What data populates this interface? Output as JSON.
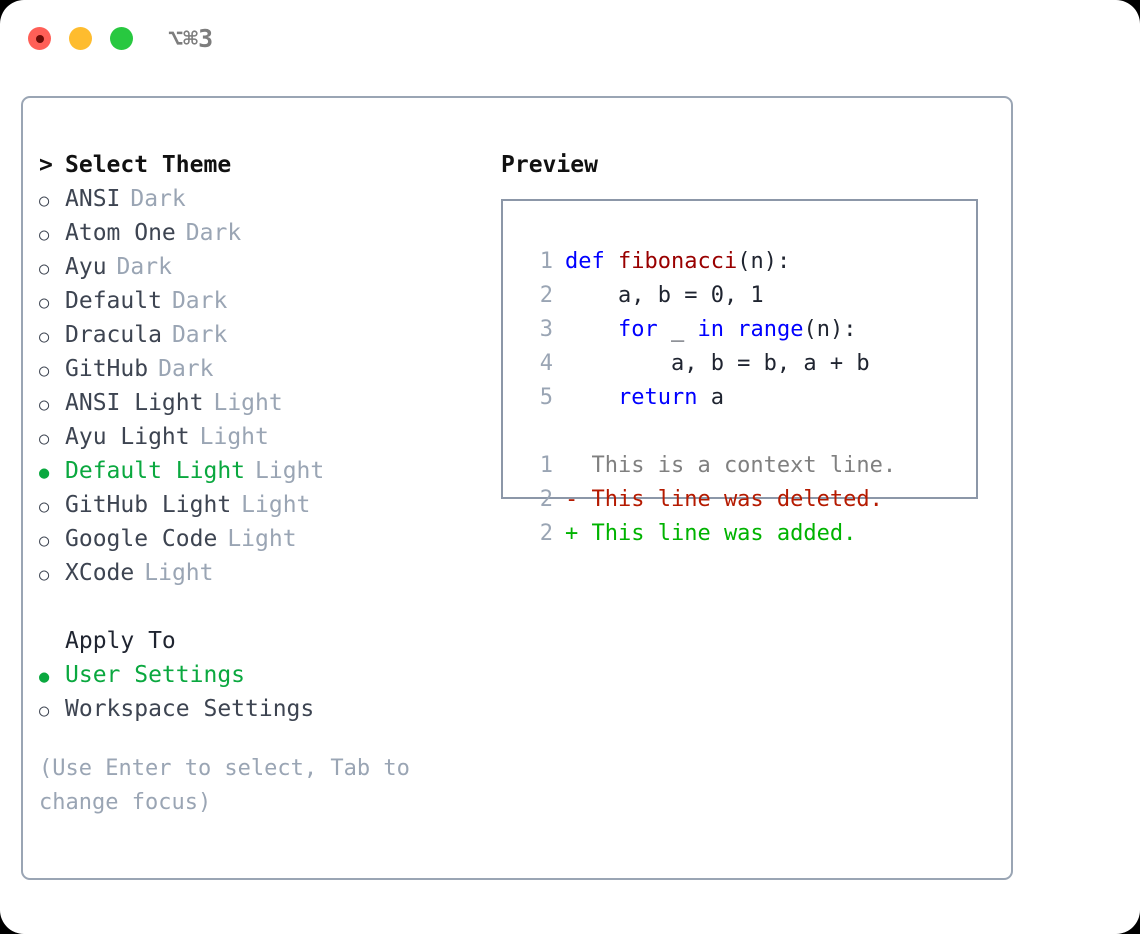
{
  "window": {
    "shortcut": "⌥⌘3",
    "traffic_lights": [
      {
        "name": "close",
        "color": "#ff5f57"
      },
      {
        "name": "minimize",
        "color": "#febc2e"
      },
      {
        "name": "maximize",
        "color": "#28c840"
      }
    ]
  },
  "theme_list": {
    "header_marker": ">",
    "header_label": "Select Theme",
    "items": [
      {
        "marker": "○",
        "label": "ANSI",
        "tag": "Dark",
        "selected": false
      },
      {
        "marker": "○",
        "label": "Atom One",
        "tag": "Dark",
        "selected": false
      },
      {
        "marker": "○",
        "label": "Ayu",
        "tag": "Dark",
        "selected": false
      },
      {
        "marker": "○",
        "label": "Default",
        "tag": "Dark",
        "selected": false
      },
      {
        "marker": "○",
        "label": "Dracula",
        "tag": "Dark",
        "selected": false
      },
      {
        "marker": "○",
        "label": "GitHub",
        "tag": "Dark",
        "selected": false
      },
      {
        "marker": "○",
        "label": "ANSI Light",
        "tag": "Light",
        "selected": false
      },
      {
        "marker": "○",
        "label": "Ayu Light",
        "tag": "Light",
        "selected": false
      },
      {
        "marker": "●",
        "label": "Default Light",
        "tag": "Light",
        "selected": true
      },
      {
        "marker": "○",
        "label": "GitHub Light",
        "tag": "Light",
        "selected": false
      },
      {
        "marker": "○",
        "label": "Google Code",
        "tag": "Light",
        "selected": false
      },
      {
        "marker": "○",
        "label": "XCode",
        "tag": "Light",
        "selected": false
      }
    ]
  },
  "apply_to": {
    "section_label": "Apply To",
    "items": [
      {
        "marker": "●",
        "label": "User Settings",
        "selected": true
      },
      {
        "marker": "○",
        "label": "Workspace Settings",
        "selected": false
      }
    ]
  },
  "hint": "(Use Enter to select, Tab to change focus)",
  "preview": {
    "title": "Preview",
    "code_lines": [
      {
        "no": "1",
        "tokens": [
          {
            "t": "def ",
            "c": "kw"
          },
          {
            "t": "fibonacci",
            "c": "fn"
          },
          {
            "t": "(n):",
            "c": "txt"
          }
        ]
      },
      {
        "no": "2",
        "tokens": [
          {
            "t": "    a, b = 0, 1",
            "c": "txt"
          }
        ]
      },
      {
        "no": "3",
        "tokens": [
          {
            "t": "    ",
            "c": "txt"
          },
          {
            "t": "for",
            "c": "kw"
          },
          {
            "t": " _ ",
            "c": "txt"
          },
          {
            "t": "in",
            "c": "kw"
          },
          {
            "t": " ",
            "c": "txt"
          },
          {
            "t": "range",
            "c": "kw"
          },
          {
            "t": "(n):",
            "c": "txt"
          }
        ]
      },
      {
        "no": "4",
        "tokens": [
          {
            "t": "        a, b = b, a + b",
            "c": "txt"
          }
        ]
      },
      {
        "no": "5",
        "tokens": [
          {
            "t": "    ",
            "c": "txt"
          },
          {
            "t": "return",
            "c": "kw"
          },
          {
            "t": " a",
            "c": "txt"
          }
        ]
      }
    ],
    "diff_lines": [
      {
        "no": "1",
        "text": "  This is a context line.",
        "kind": "ctx"
      },
      {
        "no": "2",
        "text": "- This line was deleted.",
        "kind": "del"
      },
      {
        "no": "2",
        "text": "+ This line was added.",
        "kind": "add"
      }
    ]
  },
  "colors": {
    "selected_green": "#0aa83f",
    "tag_gray": "#9aa5b4",
    "keyword_blue": "#0000ff",
    "function_red": "#990000",
    "diff_added": "#00b300",
    "diff_deleted": "#b51a00",
    "border": "#9aa5b4"
  }
}
